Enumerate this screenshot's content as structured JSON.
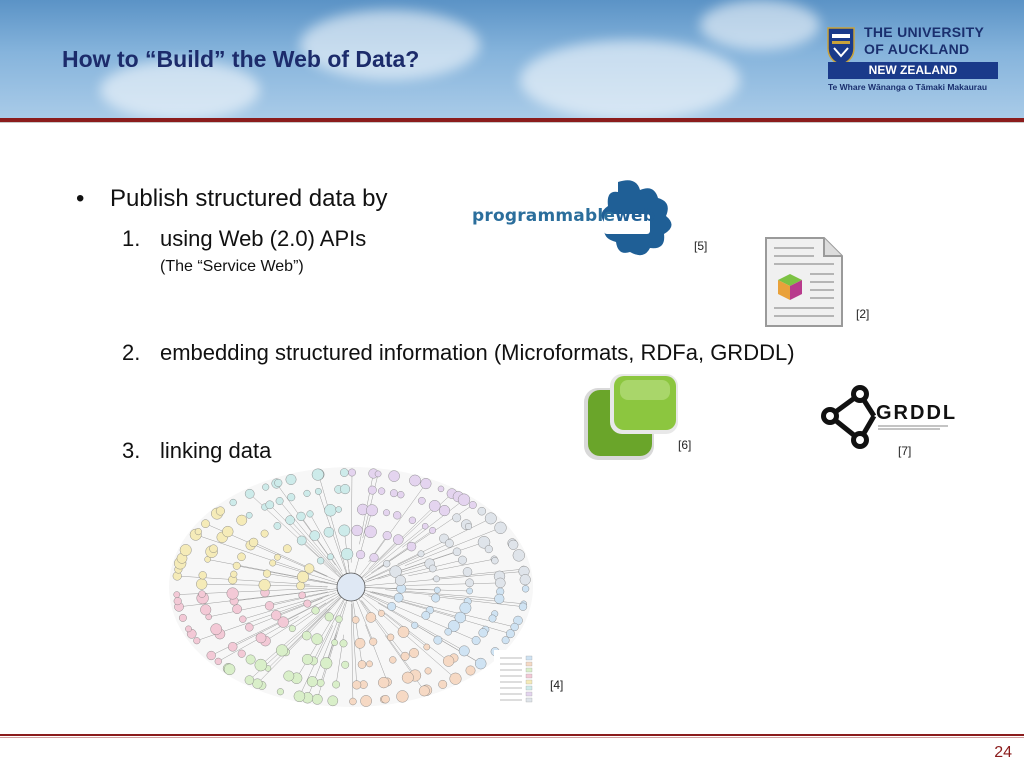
{
  "header": {
    "title": "How to “Build” the Web of Data?",
    "logo": {
      "line1": "THE UNIVERSITY",
      "line2": "OF AUCKLAND",
      "country": "NEW ZEALAND",
      "maori": "Te Whare Wānanga o Tāmaki Makaurau"
    }
  },
  "content": {
    "bullet": "Publish structured data by",
    "items": [
      {
        "num": "1.",
        "text": "using Web (2.0) APIs",
        "sub": "(The “Service Web”)"
      },
      {
        "num": "2.",
        "text": "embedding structured information (Microformats, RDFa, GRDDL)"
      },
      {
        "num": "3.",
        "text": "linking data"
      }
    ]
  },
  "logos": {
    "programmable_web": "programmable",
    "programmable_web_accent": "web",
    "grddl": "GRDDL"
  },
  "refs": {
    "programmable_web": "[5]",
    "document_icon": "[2]",
    "microformats": "[6]",
    "grddl": "[7]",
    "lod_cloud": "[4]"
  },
  "page_number": "24",
  "colors": {
    "title": "#1c2b6b",
    "accent_rule": "#8b1c1c",
    "university_blue": "#1a3a8a",
    "microformats_green": "#7cb82f",
    "programmable_web_blue": "#1f5f96"
  }
}
